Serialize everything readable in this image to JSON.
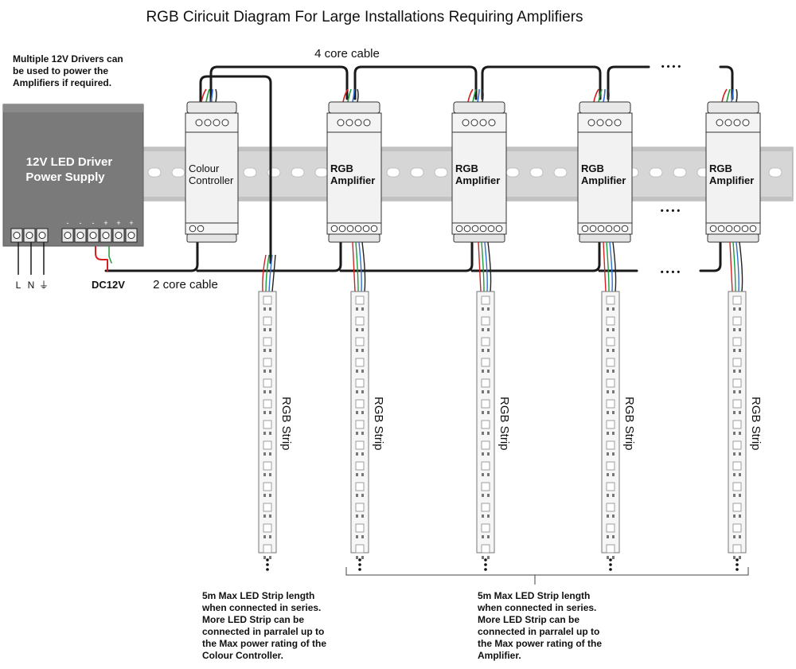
{
  "title": "RGB Ciricuit Diagram For Large Installations Requiring Amplifiers",
  "labels": {
    "four_core": "4 core cable",
    "two_core": "2 core cable",
    "dc12v": "DC12V",
    "mains_l": "L",
    "mains_n": "N",
    "ground_symbol": "⏚",
    "continuation": "• • • •"
  },
  "psu": {
    "line1": "12V LED Driver",
    "line2": "Power Supply",
    "terminal_marks": [
      "-",
      "-",
      "-",
      "+",
      "+",
      "+"
    ]
  },
  "controller": {
    "line1": "Colour",
    "line2": "Controller"
  },
  "amplifiers": [
    {
      "line1": "RGB",
      "line2": "Amplifier"
    },
    {
      "line1": "RGB",
      "line2": "Amplifier"
    },
    {
      "line1": "RGB",
      "line2": "Amplifier"
    },
    {
      "line1": "RGB",
      "line2": "Amplifier"
    }
  ],
  "strip_label": "RGB Strip",
  "notes": {
    "drivers": [
      "Multiple 12V Drivers can",
      "be used to power the",
      "Amplifiers if required."
    ],
    "controller_strip": [
      "5m Max LED Strip length",
      "when connected in series.",
      "More LED Strip can be",
      "connected in parralel up to",
      "the Max power rating of the",
      "Colour Controller."
    ],
    "amplifier_strip": [
      "5m Max LED Strip length",
      "when connected in series.",
      "More LED Strip can be",
      "connected in parralel up to",
      "the Max power rating of the",
      "Amplifier."
    ]
  },
  "colors": {
    "wire": "#1a1a1a",
    "rail": "#d6d6d6",
    "module": "#f2f2f2",
    "psu": "#7a7a7a",
    "red": "#d42020",
    "green": "#1e9a3a",
    "blue": "#2d6fd6"
  }
}
